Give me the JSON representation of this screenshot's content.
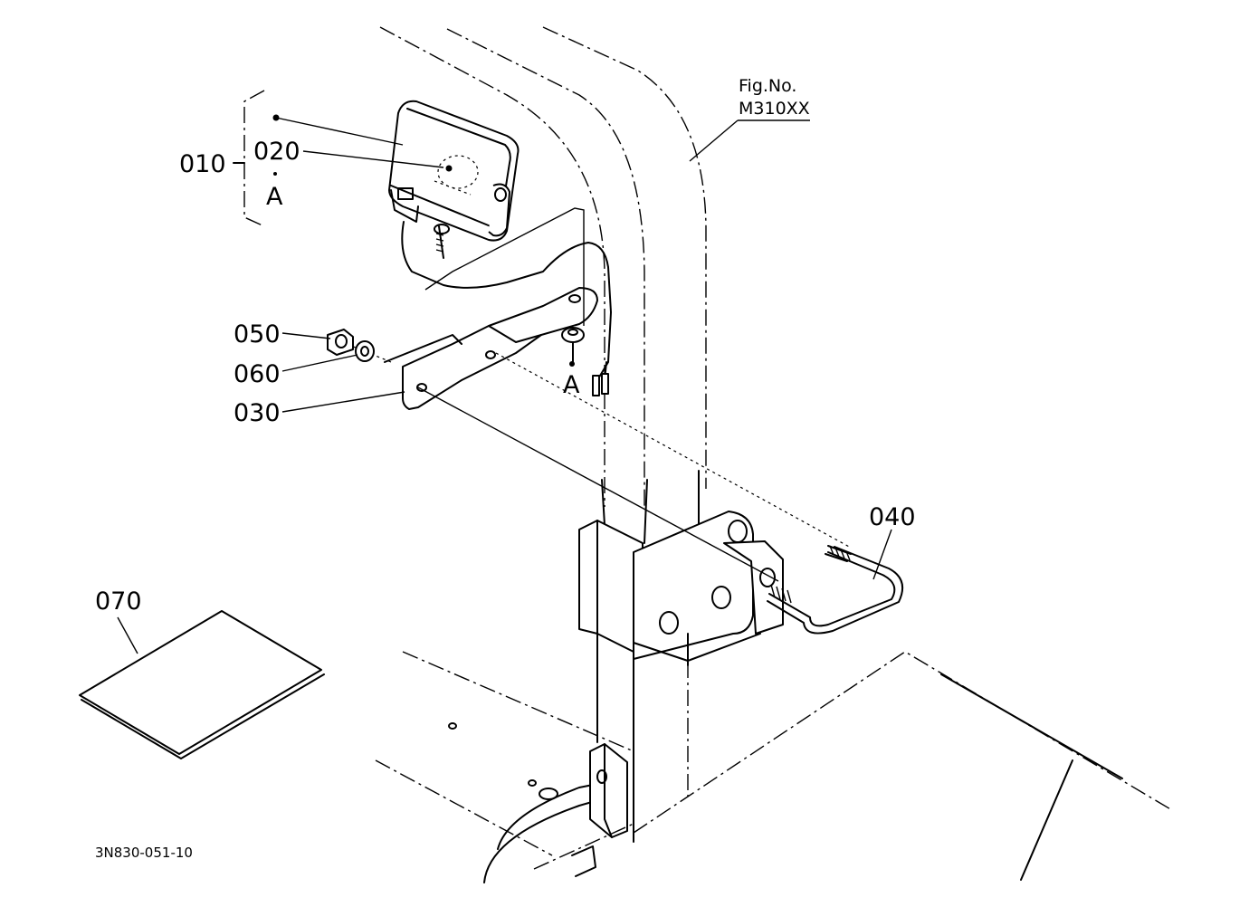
{
  "figure": {
    "fig_no_label": "Fig.No.",
    "fig_no_value": "M310XX",
    "drawing_code": "3N830-051-10"
  },
  "parts": {
    "p010": "010",
    "p020": "020",
    "p030": "030",
    "p040": "040",
    "p050": "050",
    "p060": "060",
    "p070": "070"
  },
  "markers": {
    "a_upper": "A",
    "a_lower": "A"
  }
}
